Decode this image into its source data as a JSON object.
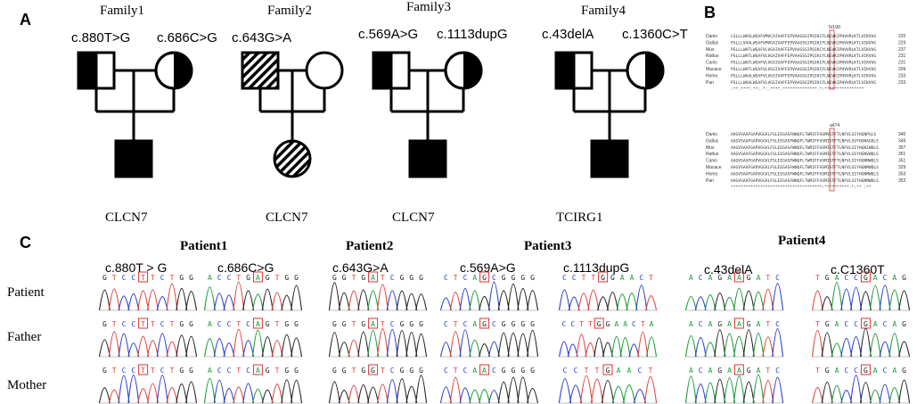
{
  "panelA": {
    "letter": "A",
    "families": [
      {
        "title": "Family1",
        "father_mut": "c.880T>G",
        "mother_mut": "c.686C>G",
        "gene": "CLCN7"
      },
      {
        "title": "Family2",
        "father_mut": "c.643G>A",
        "mother_mut": "",
        "gene": "CLCN7"
      },
      {
        "title": "Family3",
        "father_mut": "c.569A>G",
        "mother_mut": "c.1113dupG",
        "gene": "CLCN7"
      },
      {
        "title": "Family4",
        "father_mut": "c.43delA",
        "mother_mut": "c.1360C>T",
        "gene": "TCIRG1"
      }
    ]
  },
  "panelB": {
    "letter": "B",
    "marker_top": "N190",
    "marker_bottom": "a474",
    "species": [
      "Danio",
      "Gallus",
      "Mus",
      "Rattus",
      "Canis",
      "Macace",
      "Homo",
      "Pan"
    ],
    "top_seq": [
      "LSLLLWASLWSAFVMVCAIVAFFEPVAAGSGIPQIKCFLNGVKIPHVVRLKTLVIKVVG",
      "PSLLLVAALWSAFVMVGAIVAFFEPVAAGSGIPQIKCFLNGVKIPHVVRLKTLVIKVVG",
      "PSLLLWATLWSAFVLVGAIVAFFEPVAAGSGIPQIKCYLNGVKIPHVVRLKTLVIKVVG",
      "PSLLLWATLWSAFVLVGAIVAFFEPVAAGSGIPQIKCYLNGVKIPHVVRLKTLVIKVVG",
      "PSLLLWATLWSAFVLVGSIVAFFEPVAAGSGIPQIKCFLNGVKIPHVVRLKTLVIKVVG",
      "PSLLLWATLWSAFVLVGSIVAFFEPVAAGSGIPQIKCFLNGVKIPHVVRLKTLVIKVVG",
      "PSLLLWAALWSAFVLVGSIVAFFEPVAAGSGIPQIKCFLNGVKIPHVVRLKTLVIKVVG",
      "PSLLLWAALWSAFVLVGSIVAFFEPVAAGSGIPQIKCFLNGVKIPHVVRLKTLVIKVVG"
    ],
    "top_nums": [
      "220",
      "229",
      "237",
      "231",
      "231",
      "209",
      "233",
      "233"
    ],
    "top_cons": ":**.****.**:.*:.****.**************.*:****************",
    "bottom_seq": [
      "AAGVSAAFGAPVGGVLFSLEEGASFWNQFLTWRIFFASMVSTFTLNFVLSIYHGNPGLS",
      "AAGVSAAFGAPVGGVLFSLEEGASFWNQFLTWRIFFASMISTFTLNFVLSVYHGNAGDLS",
      "AAGVSAAFGAPVGGVLFSLEEGASFWNQFLTWRIFFASMISTFTLNFVLSIYHGNIWDLS",
      "AAGVSAAFGAPVGGVLFSLEEGASFWNQFLTWRIFFASMISTFTLNFVLSIYHGNVWDLS",
      "AAGVSAAFGAPVGGVLFSLEEGASFWNQFLTWRIFFASMISTFTLNFVLSIYHGNMWDLS",
      "AAGVSAAFGAPVGGVLFSLEEGASFWNQFLTWRIFFASMISTFTLNFVLSIYHGNMWDLS",
      "AAGVSAAFGAPVGGVLFSLEEGASFWNQFLTWRIFFASMISTFTLNFVLSIYHGNMWDLS",
      "AAGVSAAFGAPVGGVLFSLEEGASFWNQFLTWRIFFASMISTFTLNFVLSIYHGNMWDLS"
    ],
    "bottom_nums": [
      "340",
      "349",
      "357",
      "351",
      "351",
      "329",
      "353",
      "353"
    ],
    "bottom_cons": "*************************************:**********:*:**  :**"
  },
  "panelC": {
    "letter": "C",
    "row_labels": [
      "Patient",
      "Father",
      "Mother"
    ],
    "patients": [
      {
        "title": "Patient1",
        "muts": [
          "c.880T > G",
          "c.686C>G"
        ]
      },
      {
        "title": "Patient2",
        "muts": [
          "c.643G>A"
        ]
      },
      {
        "title": "Patient3",
        "muts": [
          "c.569A>G",
          "c.1113dupG"
        ]
      },
      {
        "title": "Patient4",
        "muts": [
          "c.43delA",
          "c.C1360T"
        ]
      }
    ],
    "columns": [
      {
        "seqs": [
          "G T C C T T C T G G",
          "G T C C T T C T G G",
          "G T C C T T C T G G"
        ]
      },
      {
        "seqs": [
          "A C C T G A G T G G",
          "A C C T C A G T G G",
          "A C C T C A G T G G"
        ]
      },
      {
        "seqs": [
          "G G T G A T C G G G",
          "G G T G A T C G G G",
          "G G T G G T C G G G"
        ]
      },
      {
        "seqs": [
          "C T C A G C G G G G",
          "C T C A G C G G G G",
          "C T C A A C G G G G"
        ]
      },
      {
        "seqs": [
          "C C T T G G A A C T",
          "C C T T G G A A C T A",
          "C C T T G A A C T"
        ]
      },
      {
        "seqs": [
          "A C A G A A G A T C",
          "A C A G A A G A T C",
          "A C A G A A G A T C"
        ]
      },
      {
        "seqs": [
          "T G A C C G A C A G",
          "T G A C C G A C A G",
          "T G A C C G A C A G"
        ]
      }
    ]
  }
}
